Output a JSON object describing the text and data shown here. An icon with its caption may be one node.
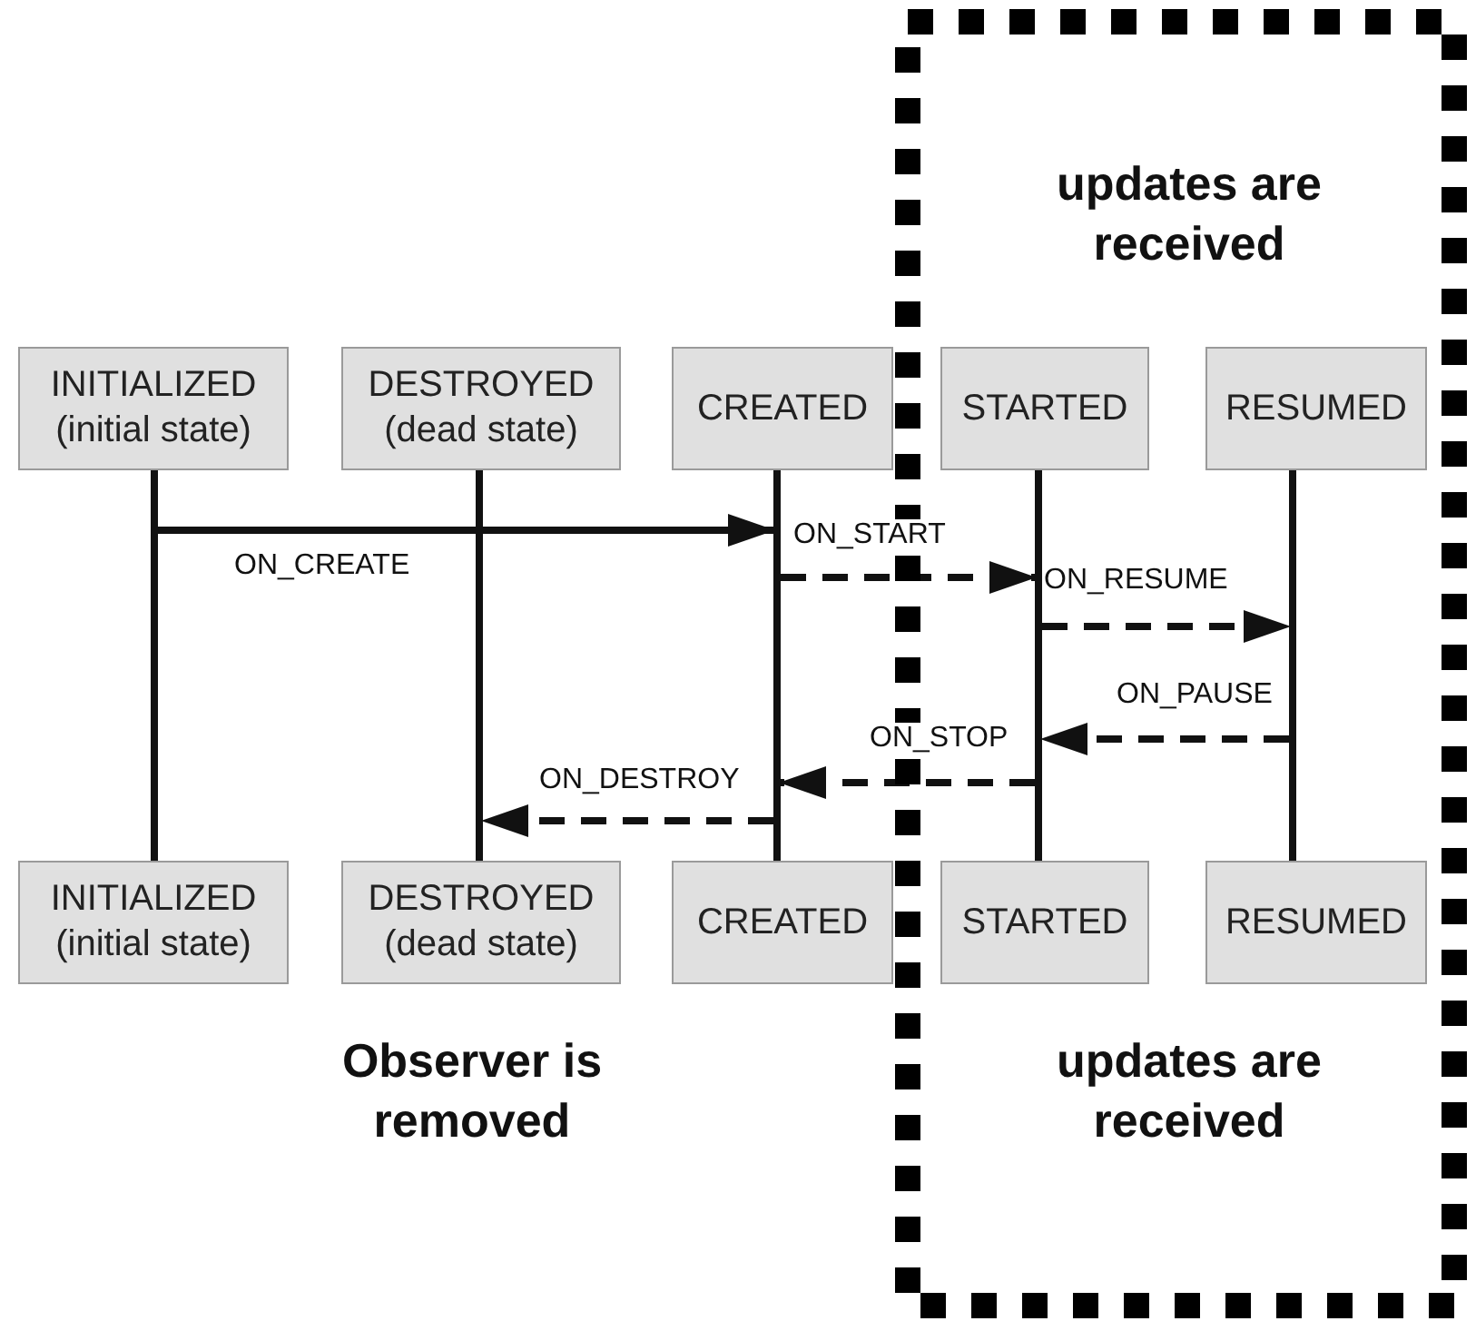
{
  "diagram": {
    "nodes": [
      {
        "text": [
          "updates are received",
          "updates are received"
        ]
      },
      {
        "text": [
          "INITIALIZED (initial state)"
        ]
      },
      {
        "text": [
          "DESTROYED (dead state)"
        ]
      },
      {
        "text": [
          "CREATED"
        ]
      },
      {
        "text": [
          "STARTED"
        ],
        "in": 0
      },
      {
        "text": [
          "RESUMED"
        ],
        "in": 0
      },
      {
        "text": [],
        "shape": "bar"
      },
      {
        "text": [],
        "shape": "bar"
      },
      {
        "text": [],
        "shape": "bar"
      },
      {
        "text": [],
        "shape": "bar",
        "in": 0
      },
      {
        "text": [],
        "shape": "bar",
        "in": 0
      },
      {
        "text": [
          "INITIALIZED (initial state)"
        ]
      },
      {
        "text": [
          "DESTROYED (dead state)"
        ]
      },
      {
        "text": [
          "CREATED"
        ]
      },
      {
        "text": [
          "STARTED"
        ],
        "in": 0
      },
      {
        "text": [
          "RESUMED"
        ],
        "in": 0
      }
    ],
    "edges": [
      {
        "from": 6,
        "to": 8,
        "arrow": "to",
        "label": "ON_CREATE"
      },
      {
        "from": 8,
        "to": 9,
        "arrow": "to",
        "label": "ON_START",
        "style": "dashed"
      },
      {
        "from": 9,
        "to": 10,
        "arrow": "to",
        "label": "ON_RESUME",
        "style": "dashed"
      },
      {
        "from": 10,
        "to": 9,
        "arrow": "to",
        "label": "ON_PAUSE",
        "style": "dashed"
      },
      {
        "from": 9,
        "to": 8,
        "arrow": "to",
        "label": "ON_STOP",
        "style": "dashed"
      },
      {
        "from": 8,
        "to": 7,
        "arrow": "to",
        "label": "ON_DESTROY",
        "style": "dashed"
      }
    ],
    "labels": [
      "Observer is removed"
    ]
  }
}
